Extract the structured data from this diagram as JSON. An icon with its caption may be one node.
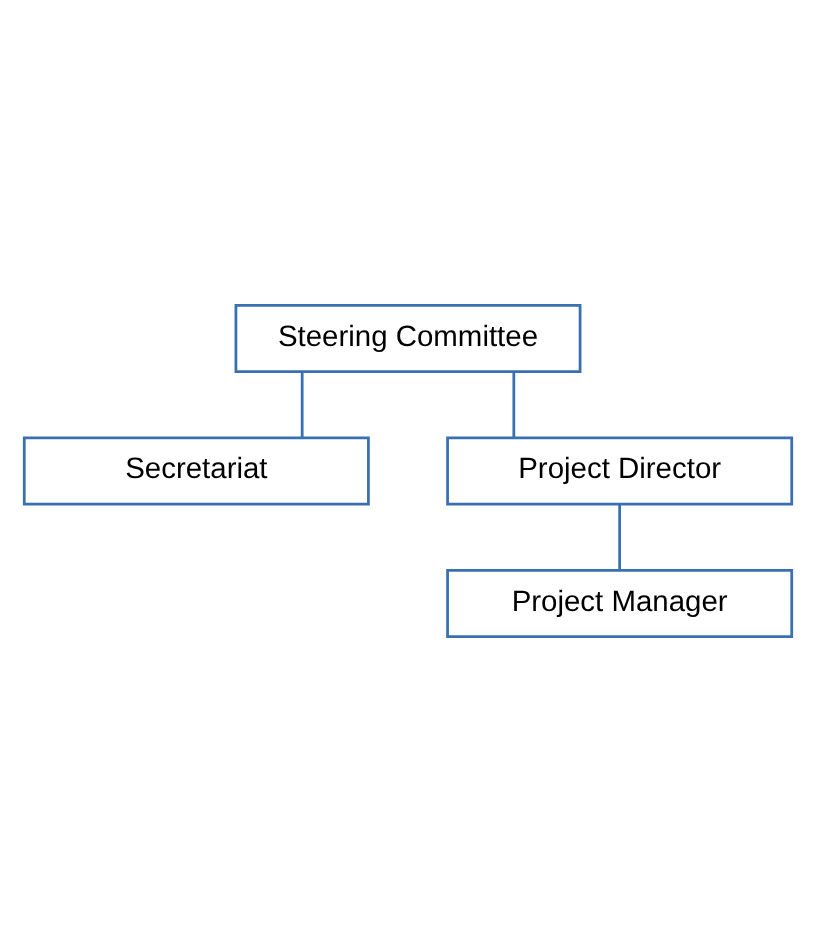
{
  "diagram": {
    "nodes": [
      {
        "text": [
          "Steering Committee"
        ]
      },
      {
        "text": [
          "Secretariat"
        ]
      },
      {
        "text": [
          "Project Director"
        ]
      },
      {
        "text": [
          "Project Manager"
        ]
      }
    ],
    "edges": [
      {
        "from": 0,
        "to": 1,
        "arrow": "none"
      },
      {
        "from": 0,
        "to": 2,
        "arrow": "none"
      },
      {
        "from": 2,
        "to": 3,
        "arrow": "none"
      }
    ]
  }
}
